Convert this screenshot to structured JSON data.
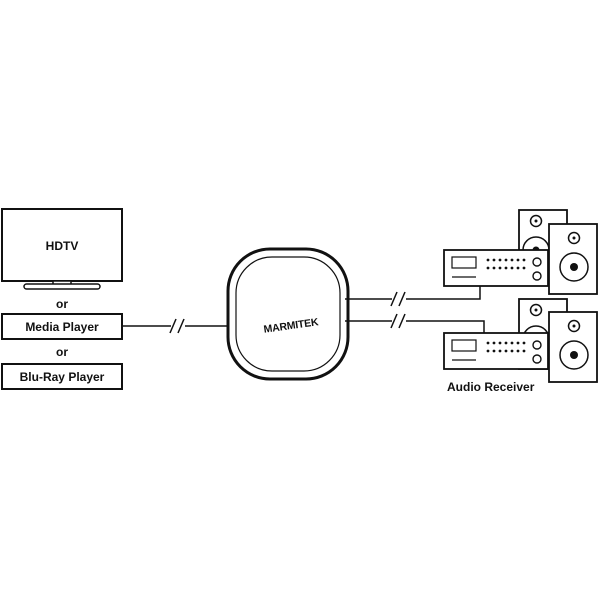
{
  "sources": {
    "hdtv_label": "HDTV",
    "or_label_1": "or",
    "media_player_label": "Media Player",
    "or_label_2": "or",
    "bluray_label": "Blu-Ray Player"
  },
  "hub": {
    "brand": "MARMITEK"
  },
  "outputs": {
    "receiver_label": "Audio Receiver"
  }
}
